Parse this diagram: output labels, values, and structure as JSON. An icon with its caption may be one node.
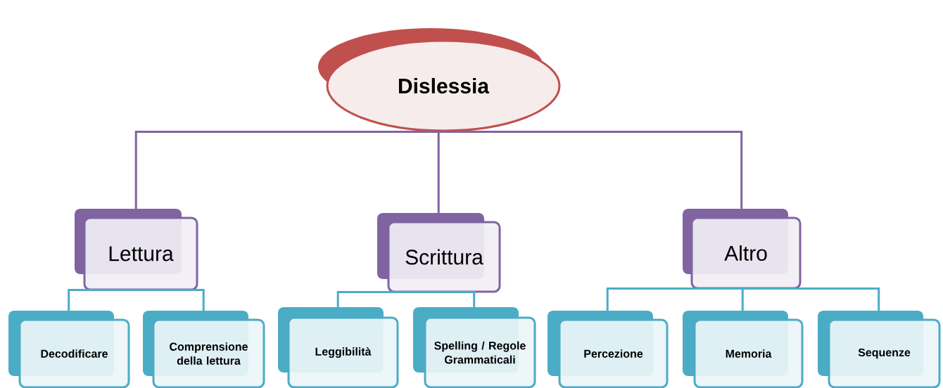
{
  "diagram": {
    "nodes": [
      {
        "text": [
          "Dislessia"
        ]
      },
      {
        "text": [
          "Lettura"
        ]
      },
      {
        "text": [
          "Scrittura"
        ]
      },
      {
        "text": [
          "Altro"
        ]
      },
      {
        "text": [
          "Decodificare"
        ]
      },
      {
        "text": [
          "Comprensione della lettura"
        ]
      },
      {
        "text": [
          "Leggibilità"
        ]
      },
      {
        "text": [
          "Spelling / Regole Grammaticali"
        ]
      },
      {
        "text": [
          "Percezione"
        ]
      },
      {
        "text": [
          "Memoria"
        ]
      },
      {
        "text": [
          "Sequenze"
        ]
      }
    ],
    "edges": [
      {
        "from": 0,
        "to": 1,
        "arrow": "none",
        "color": "#8064a2"
      },
      {
        "from": 0,
        "to": 2,
        "arrow": "none",
        "color": "#8064a2"
      },
      {
        "from": 0,
        "to": 3,
        "arrow": "none",
        "color": "#8064a2"
      },
      {
        "from": 1,
        "to": 4,
        "arrow": "none"
      },
      {
        "from": 1,
        "to": 5,
        "arrow": "none"
      },
      {
        "from": 2,
        "to": 6,
        "arrow": "none"
      },
      {
        "from": 2,
        "to": 7,
        "arrow": "none"
      },
      {
        "from": 3,
        "to": 8,
        "arrow": "none"
      },
      {
        "from": 3,
        "to": 9,
        "arrow": "none"
      },
      {
        "from": 3,
        "to": 10,
        "arrow": "none"
      }
    ]
  }
}
